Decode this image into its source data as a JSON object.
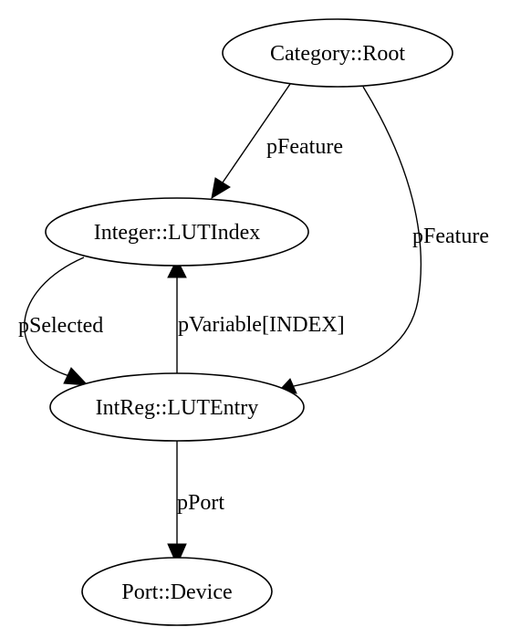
{
  "nodes": {
    "root": "Category::Root",
    "lut_index": "Integer::LUTIndex",
    "lut_entry": "IntReg::LUTEntry",
    "port": "Port::Device"
  },
  "edges": {
    "root_to_index": "pFeature",
    "root_to_entry": "pFeature",
    "index_to_entry": "pSelected",
    "entry_to_index": "pVariable[INDEX]",
    "entry_to_port": "pPort"
  }
}
